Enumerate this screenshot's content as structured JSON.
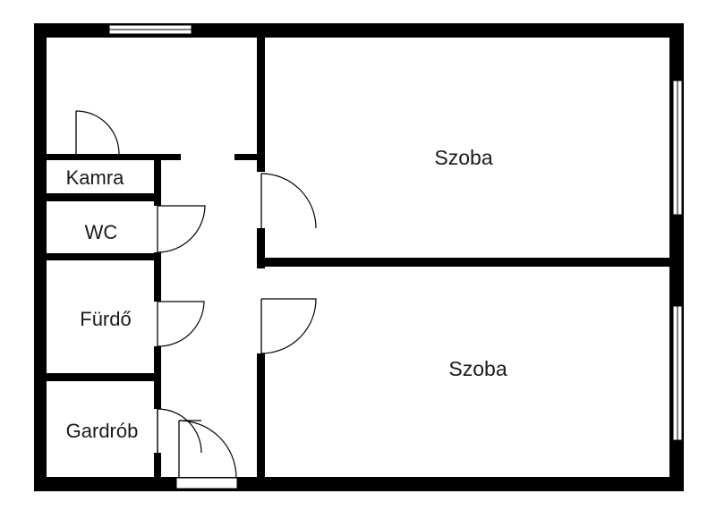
{
  "plan": {
    "rooms": [
      {
        "id": "szoba-top",
        "label": "Szoba"
      },
      {
        "id": "szoba-bottom",
        "label": "Szoba"
      },
      {
        "id": "kamra",
        "label": "Kamra"
      },
      {
        "id": "wc",
        "label": "WC"
      },
      {
        "id": "furdo",
        "label": "Fürdő"
      },
      {
        "id": "gardrob",
        "label": "Gardrób"
      }
    ],
    "colors": {
      "wall": "#000000",
      "background": "#ffffff",
      "text": "#1a1a1a"
    }
  }
}
